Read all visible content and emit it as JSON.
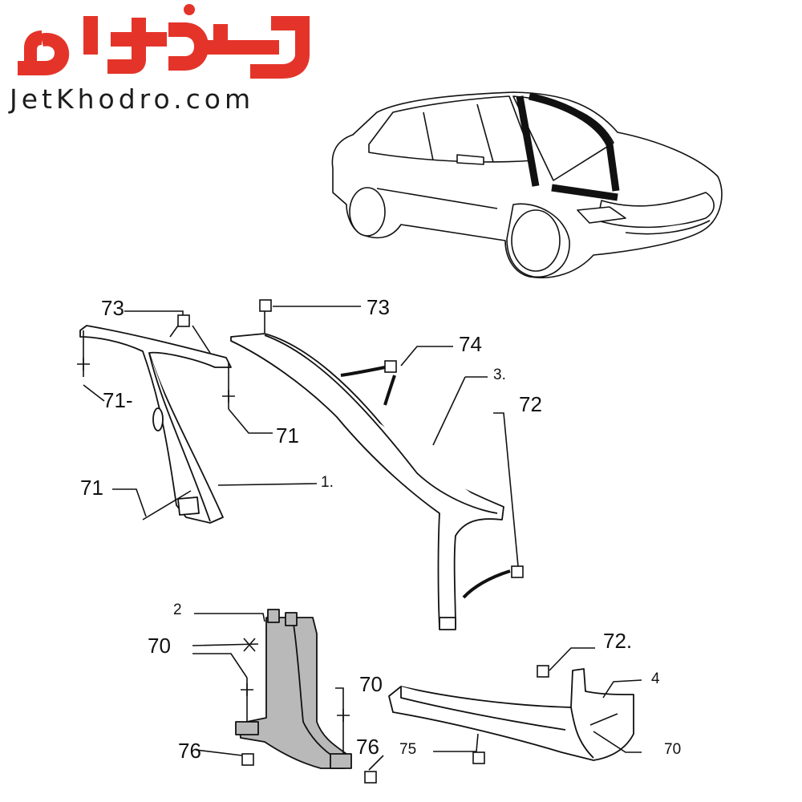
{
  "brand": {
    "name_fa": "جت خودرو",
    "name_en": "JetKhodro.com",
    "color": "#e4342a"
  },
  "diagram": {
    "highlight_color": "#b9b9b9",
    "labels": {
      "part_1": "1.",
      "part_2": "2",
      "part_3": "3.",
      "part_4": "4",
      "c70_a": "70",
      "c70_b": "70",
      "c70_c": "70",
      "c71_a": "71-",
      "c71_b": "71",
      "c71_c": "71",
      "c72_a": "72",
      "c72_b": "72.",
      "c73_a": "73",
      "c73_b": "73",
      "c74": "74",
      "c75": "75",
      "c76_a": "76",
      "c76_b": "76"
    }
  }
}
